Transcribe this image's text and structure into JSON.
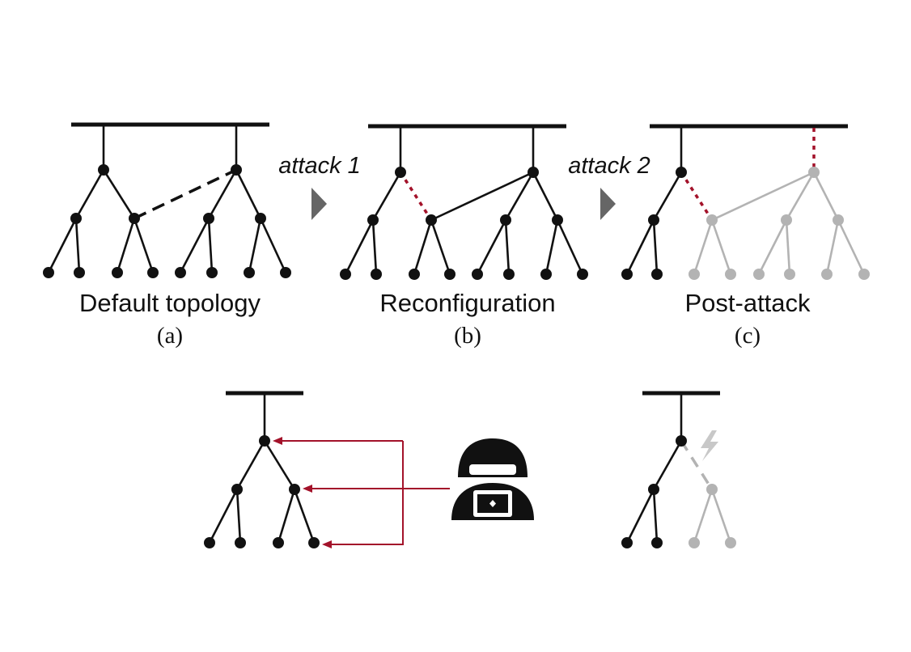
{
  "panels": [
    {
      "id": "a",
      "title": "Default topology",
      "caption": "(a)"
    },
    {
      "id": "b",
      "title": "Reconfiguration",
      "caption": "(b)"
    },
    {
      "id": "c",
      "title": "Post-attack",
      "caption": "(c)"
    }
  ],
  "transitions": [
    {
      "label": "attack 1"
    },
    {
      "label": "attack 2"
    }
  ],
  "colors": {
    "active": "#111111",
    "inactive": "#b3b3b3",
    "attack": "#a3122a",
    "arrowhead": "#666666",
    "lightning": "#c8c8c8"
  },
  "icons": {
    "attacker": "hacker-laptop-icon",
    "failure": "lightning-icon"
  }
}
